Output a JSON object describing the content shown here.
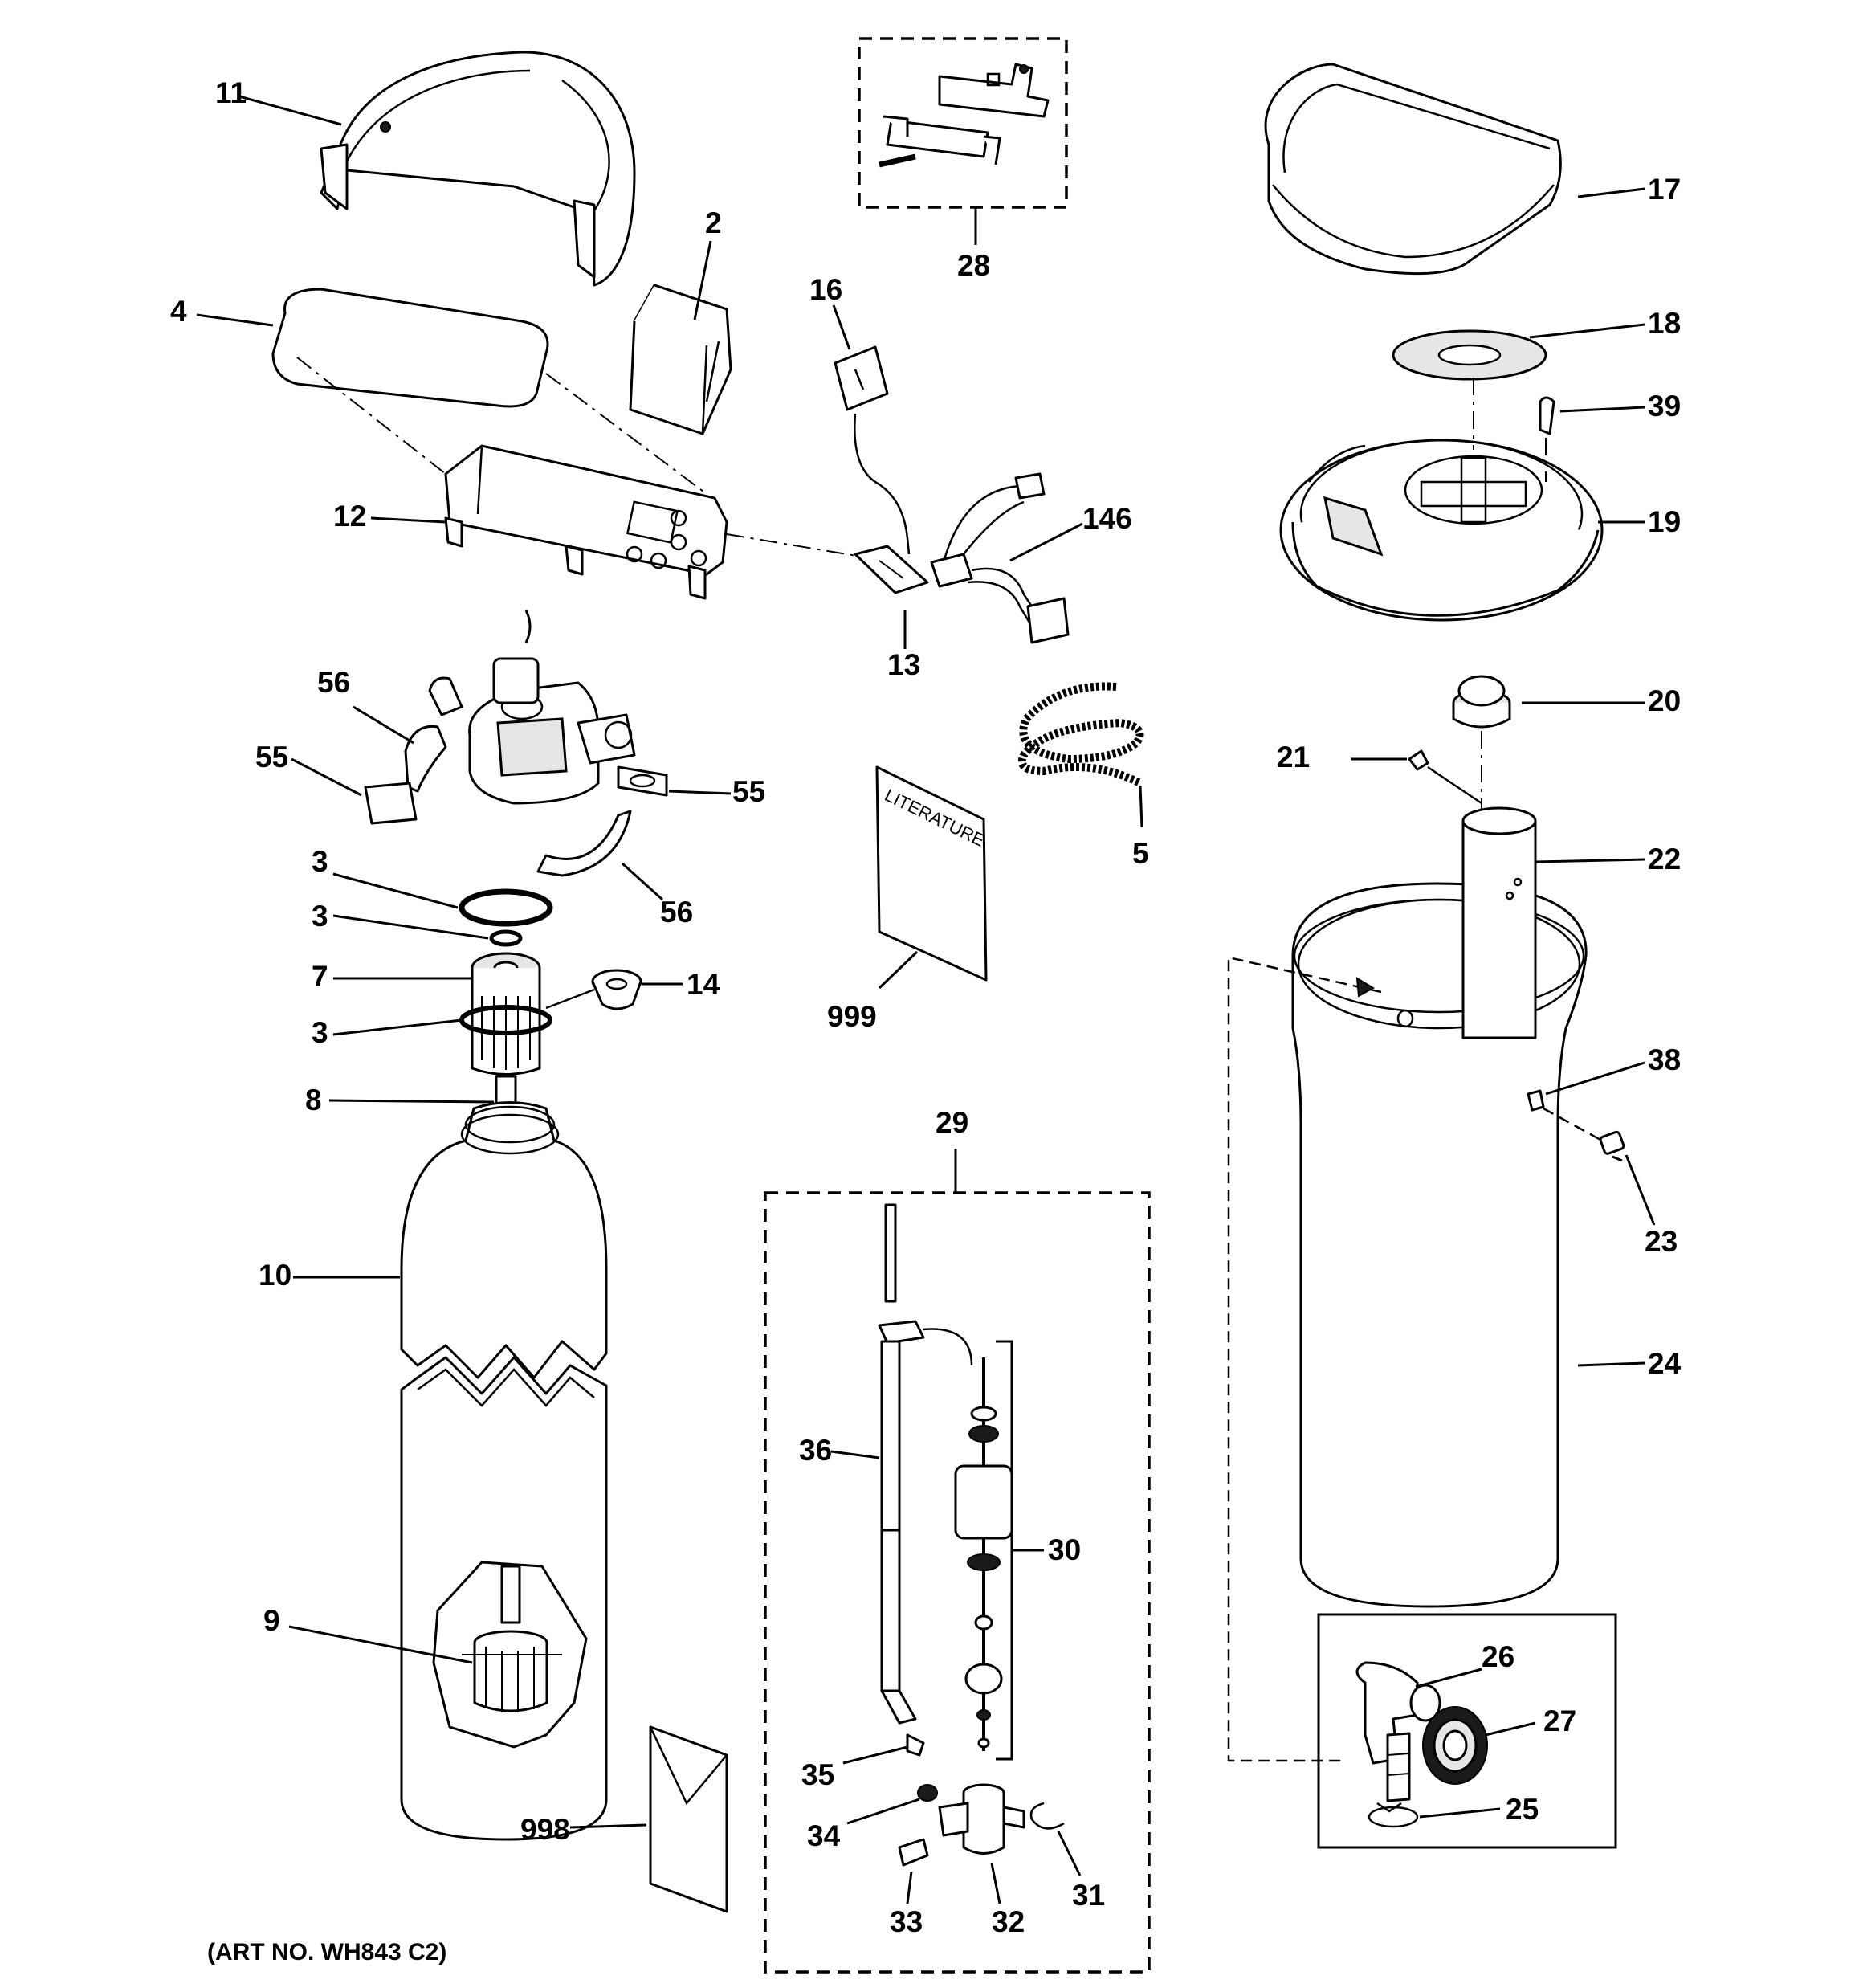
{
  "callouts": {
    "c11": "11",
    "c2": "2",
    "c4": "4",
    "c12": "12",
    "c16": "16",
    "c28": "28",
    "c13": "13",
    "c146": "146",
    "c17": "17",
    "c18": "18",
    "c39": "39",
    "c19": "19",
    "c56a": "56",
    "c55a": "55",
    "c55b": "55",
    "c56b": "56",
    "c3a": "3",
    "c3b": "3",
    "c7": "7",
    "c3c": "3",
    "c14": "14",
    "c8": "8",
    "c10": "10",
    "c9": "9",
    "c998": "998",
    "c999": "999",
    "c5": "5",
    "c20": "20",
    "c21": "21",
    "c22": "22",
    "c38": "38",
    "c23": "23",
    "c24": "24",
    "c29": "29",
    "c36": "36",
    "c30": "30",
    "c35": "35",
    "c34": "34",
    "c33": "33",
    "c32": "32",
    "c31": "31",
    "c26": "26",
    "c27": "27",
    "c25": "25"
  },
  "literature_label": "LITERATURE",
  "caption": "(ART NO. WH843 C2)"
}
